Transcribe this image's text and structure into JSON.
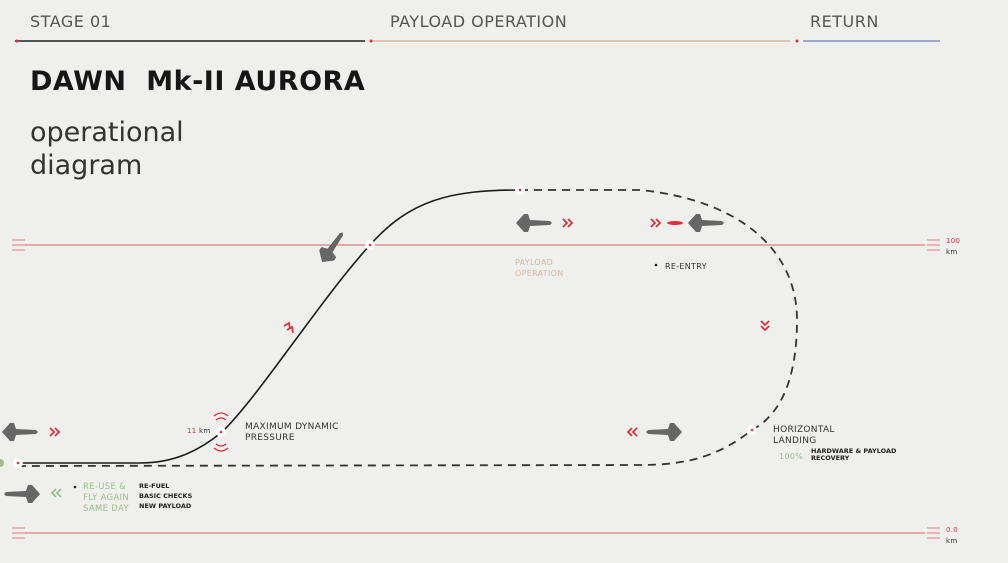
{
  "header": {
    "stage": "STAGE 01",
    "payload": "PAYLOAD OPERATION",
    "return": "RETURN"
  },
  "title": "DAWN  Mk-II AURORA",
  "subtitle": "operational diagram",
  "altitude": {
    "top_value": "100",
    "top_unit": "km",
    "bottom_value": "0.0",
    "bottom_unit": "km"
  },
  "labels": {
    "max_q_alt": "11",
    "max_q_unit": "km",
    "max_q": "MAXIMUM DYNAMIC PRESSURE",
    "payload_op": "PAYLOAD OPERATION",
    "reentry": "RE-ENTRY",
    "landing": "HORIZONTAL LANDING",
    "recovery_pct": "100%",
    "recovery": "HARDWARE & PAYLOAD RECOVERY",
    "reuse": "RE-USE & FLY AGAIN SAME DAY",
    "checks": [
      "RE-FUEL",
      "BASIC CHECKS",
      "NEW PAYLOAD"
    ]
  },
  "colors": {
    "accent": "#e0303a",
    "tan": "#d9b89a",
    "blue": "#7a8fcf",
    "green": "#9cbf85",
    "line": "#1c1c1c"
  }
}
